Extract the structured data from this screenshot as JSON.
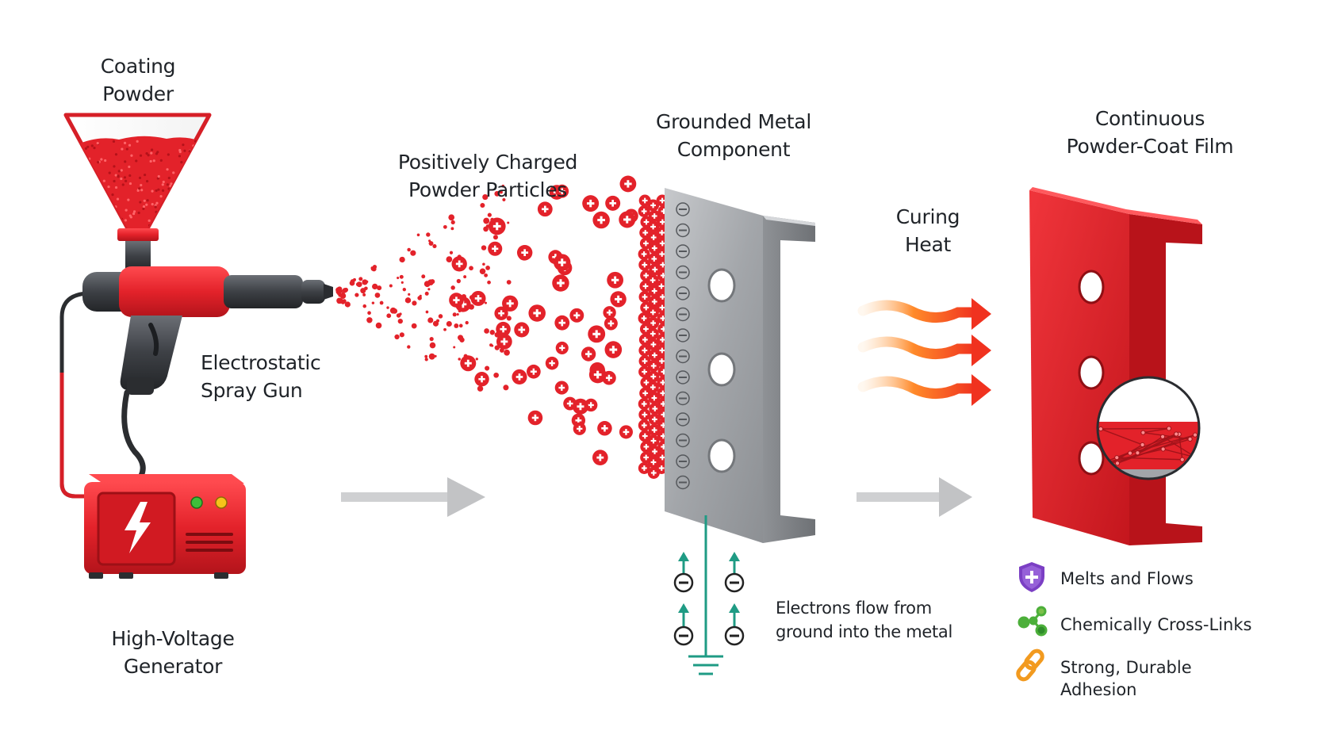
{
  "labels": {
    "coating_powder": [
      "Coating",
      "Powder"
    ],
    "spray_gun": [
      "Electrostatic",
      "Spray Gun"
    ],
    "generator": [
      "High-Voltage",
      "Generator"
    ],
    "charged_particles": [
      "Positively Charged",
      "Powder Particles"
    ],
    "grounded_metal": [
      "Grounded Metal",
      "Component"
    ],
    "curing_heat": [
      "Curing",
      "Heat"
    ],
    "film": [
      "Continuous",
      "Powder-Coat Film"
    ],
    "electrons": [
      "Electrons flow from",
      "ground into the metal"
    ]
  },
  "legend": [
    {
      "icon": "shield-plus-icon",
      "text": [
        "Melts and Flows"
      ],
      "color": "#7b3fc4"
    },
    {
      "icon": "molecule-icon",
      "text": [
        "Chemically Cross-Links"
      ],
      "color": "#4caf3a"
    },
    {
      "icon": "chain-link-icon",
      "text": [
        "Strong, Durable",
        "Adhesion"
      ],
      "color": "#f29a1f"
    }
  ],
  "colors": {
    "powder_red": "#e3222a",
    "ground_teal": "#1f9b84",
    "heat_orange": "#ff7a2a",
    "metal_grey": "#a9acb0",
    "arrow_grey": "#c9cacc"
  },
  "symbols": {
    "plus": "+",
    "minus": "−"
  }
}
